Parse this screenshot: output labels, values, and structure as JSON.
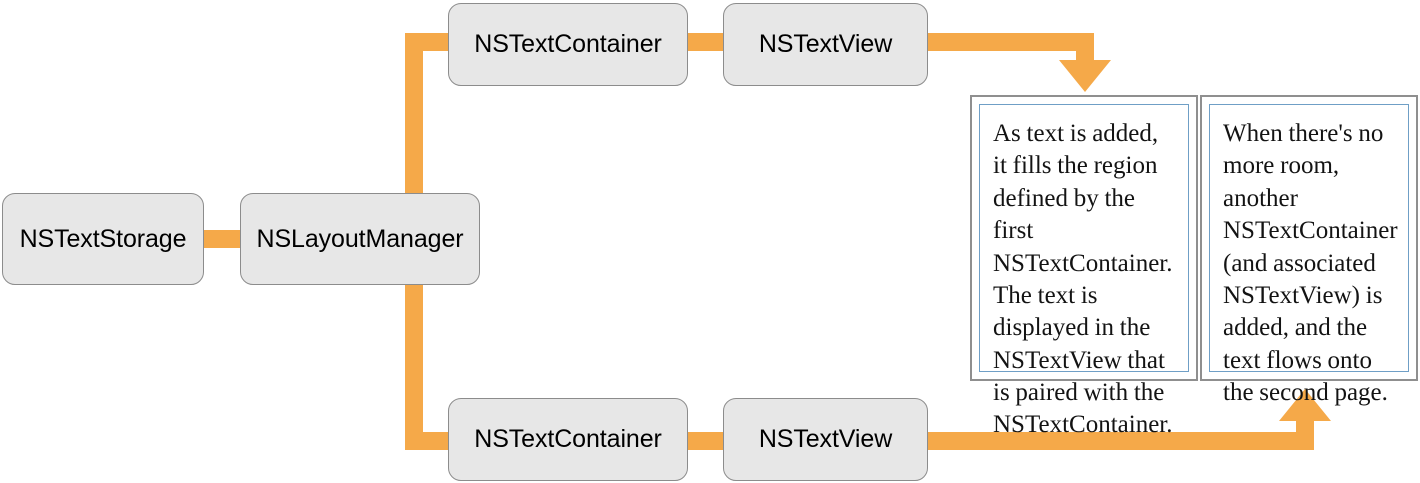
{
  "diagram": {
    "title": "Cocoa text system object graph",
    "accent_color": "#f5a949",
    "node_fill": "#e7e7e7",
    "node_border": "#8c8c8c",
    "page_border_outer": "#8f8f8f",
    "page_border_inner": "#6f9fc6",
    "text_color": "#131313"
  },
  "nodes": {
    "text_storage": {
      "label": "NSTextStorage"
    },
    "layout_manager": {
      "label": "NSLayoutManager"
    },
    "text_container_top": {
      "label": "NSTextContainer"
    },
    "text_view_top": {
      "label": "NSTextView"
    },
    "text_container_bottom": {
      "label": "NSTextContainer"
    },
    "text_view_bottom": {
      "label": "NSTextView"
    }
  },
  "pages": [
    {
      "name": "first-page",
      "text": "As text is added, it fills the region defined by the first NSTextContainer. The text is displayed in the NSTextView that is paired with the NSTextContainer."
    },
    {
      "name": "second-page",
      "text": "When there's no more room, another NSTextContainer (and associated NSTextView) is added, and the text flows onto the second page."
    }
  ],
  "connectors": [
    {
      "name": "storage-to-layout-manager",
      "from": "NSTextStorage",
      "to": "NSLayoutManager",
      "arrow": false
    },
    {
      "name": "layout-manager-to-top-container",
      "from": "NSLayoutManager",
      "to": "NSTextContainer",
      "arrow": false
    },
    {
      "name": "top-container-to-top-textview",
      "from": "NSTextContainer",
      "to": "NSTextView",
      "arrow": false
    },
    {
      "name": "top-textview-to-first-page",
      "from": "NSTextView",
      "to": "first-page",
      "arrow": true,
      "direction": "down"
    },
    {
      "name": "layout-manager-to-bottom-container",
      "from": "NSLayoutManager",
      "to": "NSTextContainer",
      "arrow": false
    },
    {
      "name": "bottom-container-to-bottom-textview",
      "from": "NSTextContainer",
      "to": "NSTextView",
      "arrow": false
    },
    {
      "name": "bottom-textview-to-second-page",
      "from": "NSTextView",
      "to": "second-page",
      "arrow": true,
      "direction": "up"
    }
  ]
}
